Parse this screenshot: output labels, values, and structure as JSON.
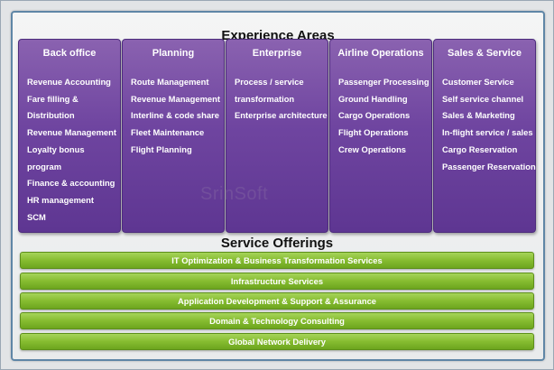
{
  "experience_title": "Experience Areas",
  "columns": [
    {
      "title": "Back office",
      "items": [
        "Revenue Accounting",
        "Fare filling &",
        "Distribution",
        "Revenue Management",
        "Loyalty bonus",
        "program",
        "Finance & accounting",
        "HR management",
        "SCM"
      ]
    },
    {
      "title": "Planning",
      "items": [
        "Route Management",
        "Revenue Management",
        "Interline & code share",
        "Fleet Maintenance",
        "Flight Planning"
      ]
    },
    {
      "title": "Enterprise",
      "items": [
        "Process / service",
        "transformation",
        "Enterprise architecture"
      ]
    },
    {
      "title": "Airline Operations",
      "items": [
        "Passenger Processing",
        "Ground Handling",
        "Cargo Operations",
        "Flight Operations",
        "Crew Operations"
      ]
    },
    {
      "title": "Sales & Service",
      "items": [
        "Customer Service",
        "Self service channel",
        "Sales & Marketing",
        "In-flight service / sales",
        "Cargo Reservation",
        "Passenger Reservation"
      ]
    }
  ],
  "service_title": "Service Offerings",
  "services": [
    "IT Optimization & Business Transformation Services",
    "Infrastructure Services",
    "Application Development & Support & Assurance",
    "Domain & Technology Consulting",
    "Global Network Delivery"
  ],
  "watermark": "SrinSoft",
  "colors": {
    "purple": "#6f45a0",
    "green": "#86bc30",
    "border": "#5f86a6"
  }
}
